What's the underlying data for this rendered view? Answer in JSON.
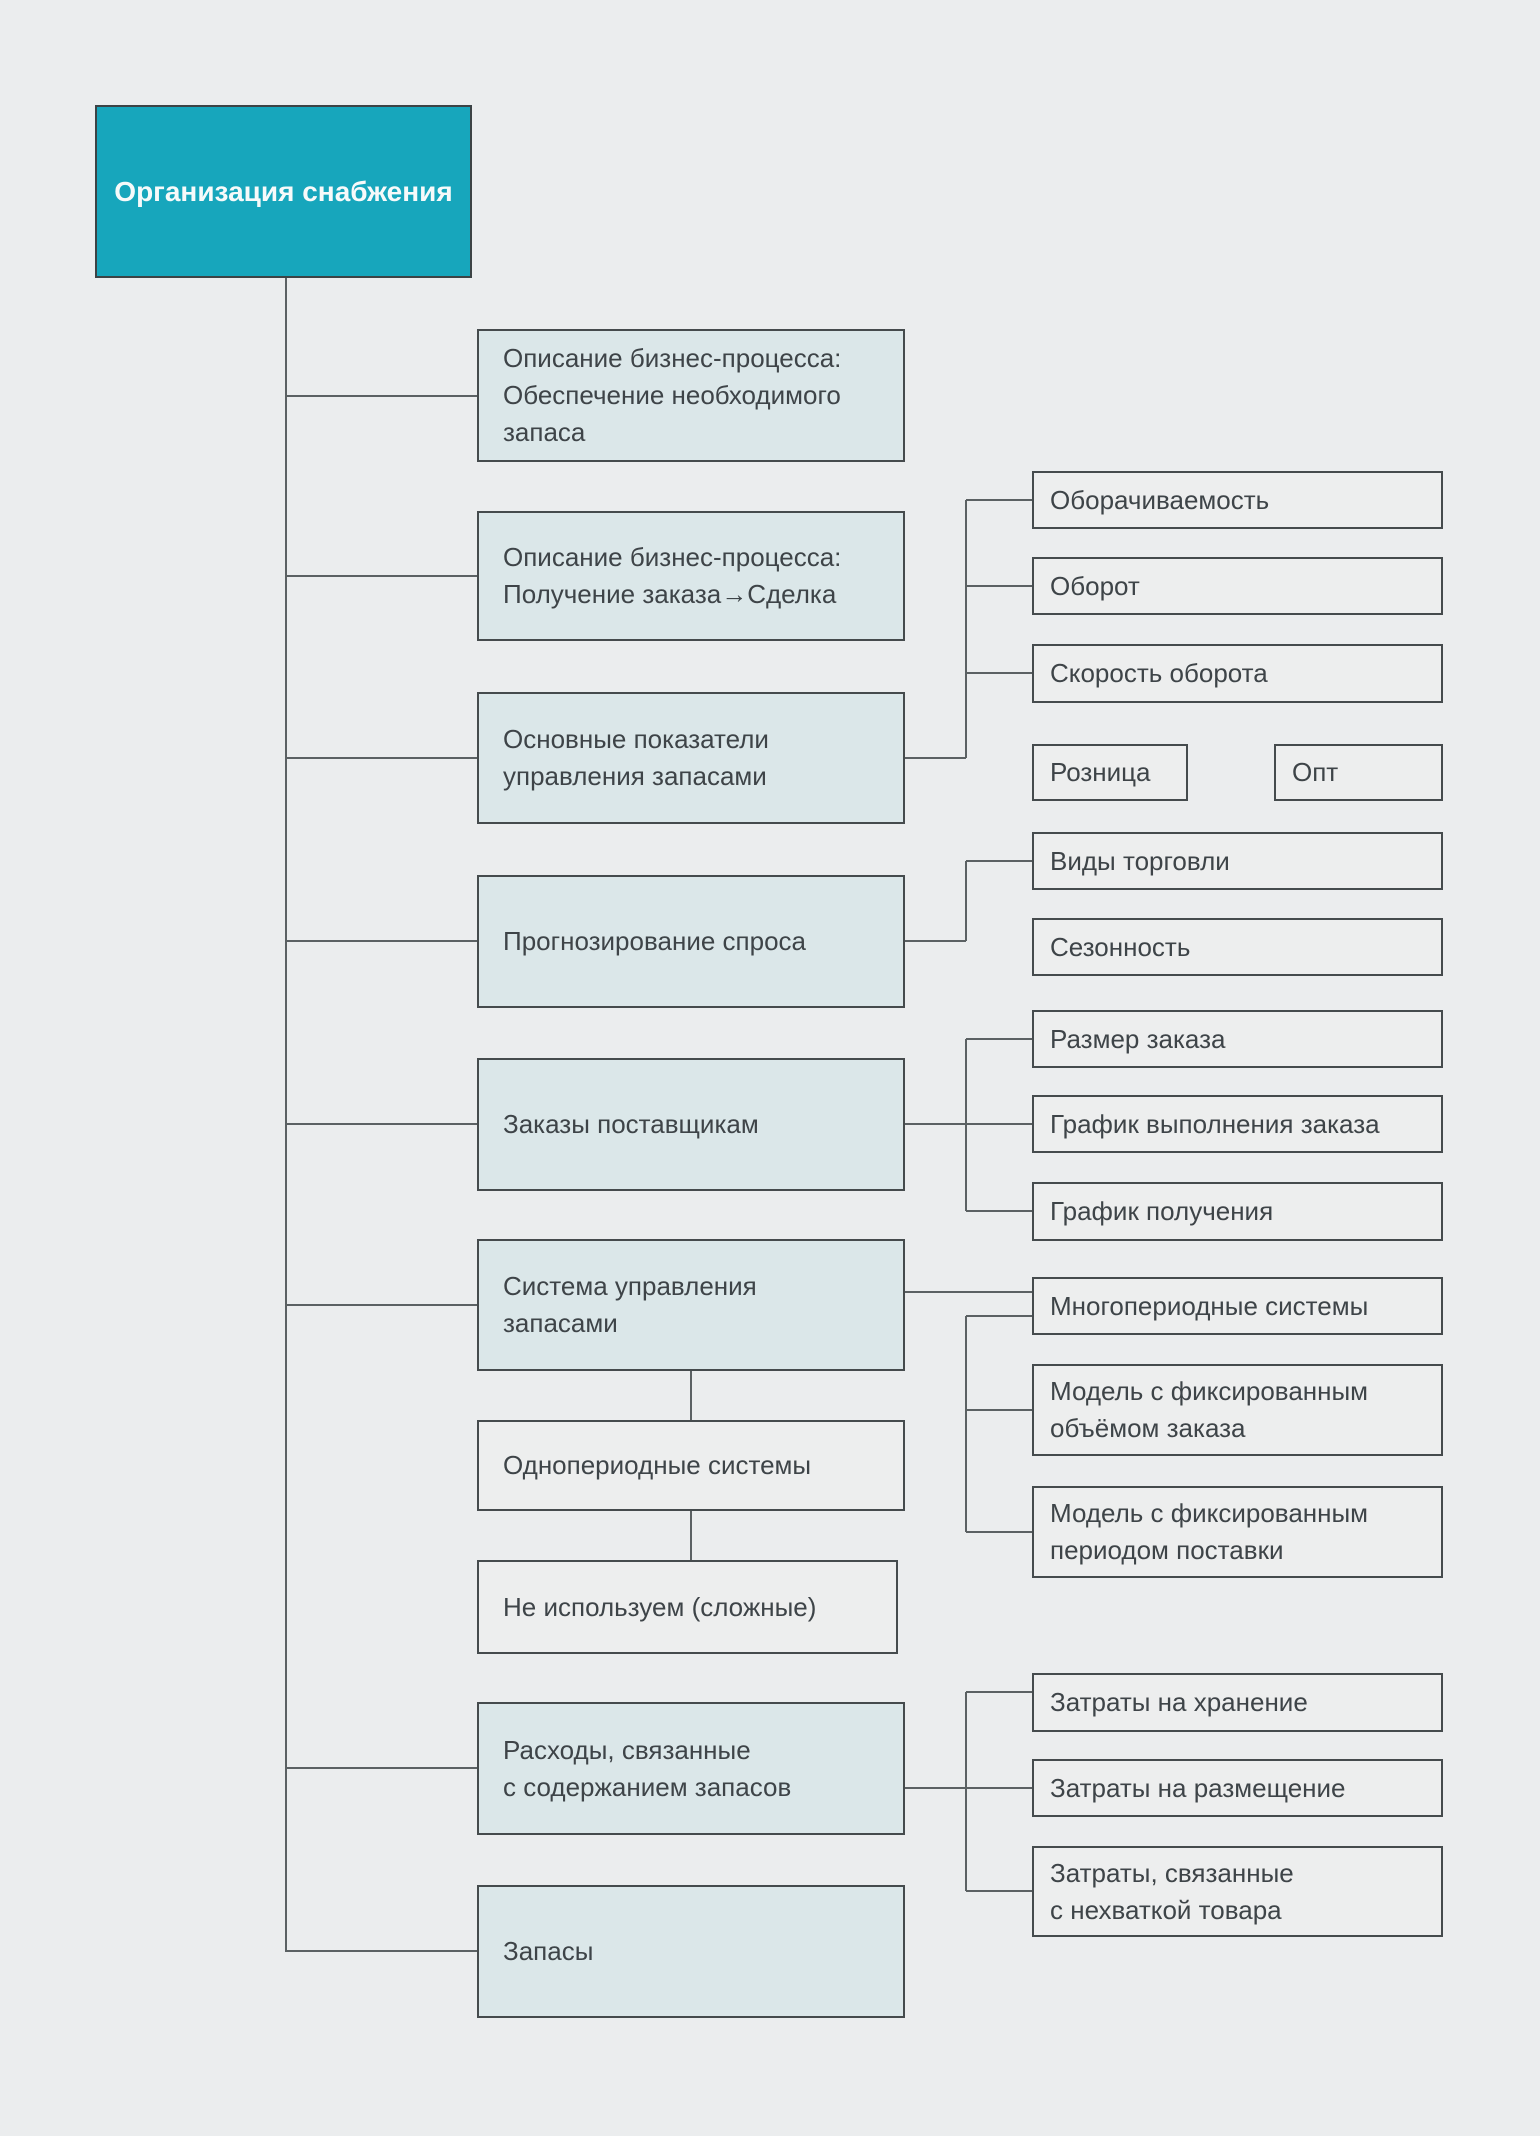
{
  "colors": {
    "background": "#ebedee",
    "root_fill": "#17a6bc",
    "branch_fill": "#dbe7e9",
    "leaf_fill": "#edeeee",
    "line": "#5b6163",
    "text": "#3e4448"
  },
  "nodes": {
    "root": "Организация снабжения",
    "desc_supply": "Описание бизнес-процесса:\nОбеспечение необходимого\nзапаса",
    "desc_order": "Описание бизнес-процесса:\nПолучение заказа→Сделка",
    "metrics": "Основные показатели\nуправления запасами",
    "forecast": "Прогнозирование спроса",
    "orders": "Заказы поставщикам",
    "inv_system": "Система управления\nзапасами",
    "single_period": "Однопериодные системы",
    "not_used": "Не используем (сложные)",
    "costs": "Расходы, связанные\nс содержанием запасов",
    "stocks": "Запасы",
    "turnover": "Оборачиваемость",
    "oborot": "Оборот",
    "speed": "Скорость оборота",
    "retail": "Розница",
    "wholesale": "Опт",
    "trade_types": "Виды торговли",
    "seasonality": "Сезонность",
    "order_size": "Размер заказа",
    "fulfillment": "График выполнения заказа",
    "receiving": "График получения",
    "multi_period": "Многопериодные системы",
    "fixed_volume": "Модель с фиксированным\nобъёмом заказа",
    "fixed_period": "Модель с фиксированным\nпериодом поставки",
    "storage": "Затраты на хранение",
    "placement": "Затраты на размещение",
    "shortage": "Затраты, связанные\nс нехваткой товара"
  }
}
